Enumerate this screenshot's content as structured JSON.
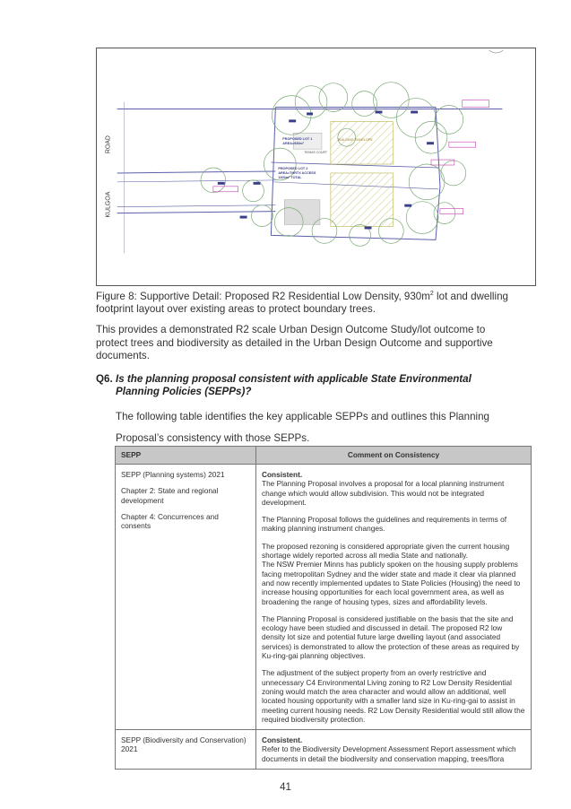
{
  "figure": {
    "road_label_1": "ROAD",
    "road_label_2": "KULGOA",
    "lot1_label_1": "PROPOSED LOT 1",
    "lot1_label_2": "AREA=930m²",
    "lot2_label_1": "PROPOSED LOT 2",
    "lot2_label_2": "AREA=THRTX ACCESS",
    "lot2_label_3": "1300m² TOTAL",
    "tennis_label": "TENNIS COURT",
    "envelope_label": "BUILDING ENVELOPE",
    "caption_prefix": "Figure 8: Supportive Detail: Proposed R2 Residential Low Density, 930m",
    "caption_sup": "2",
    "caption_suffix": " lot and dwelling footprint layout over existing areas to protect boundary trees."
  },
  "body": {
    "paragraph": "This provides a demonstrated R2 scale Urban Design Outcome Study/lot outcome to protect trees and biodiversity as detailed in the Urban Design Outcome and supportive documents.",
    "question_number": "Q6.",
    "question_text": "Is the planning proposal consistent with applicable State Environmental Planning Policies (SEPPs)?",
    "intro": "The following table identifies the key applicable SEPPs and outlines this Planning Proposal’s consistency with those SEPPs."
  },
  "table": {
    "headers": [
      "SEPP",
      "Comment on Consistency"
    ],
    "row1": {
      "sepp_1": "SEPP (Planning systems) 2021",
      "sepp_2": "Chapter 2: State and regional development",
      "sepp_3": "Chapter 4: Concurrences and consents",
      "c1_head": "Consistent.",
      "c1_body": "The Planning Proposal involves a proposal for a local planning instrument change which would allow subdivision. This would not be integrated development.",
      "c2": "The Planning Proposal follows the guidelines and requirements in terms of making planning instrument changes.",
      "c3": "The proposed rezoning is considered appropriate given the current housing shortage widely reported across all media State and nationally.",
      "c4": "The NSW Premier Minns has publicly spoken on the housing supply problems facing metropolitan Sydney and the wider state and made it clear via planned and now recently implemented updates to State Policies (Housing) the need to increase housing opportunities for each local government area, as well as broadening the range of housing types, sizes and affordability levels.",
      "c5": "The Planning Proposal is considered justifiable on the basis that the site and ecology have been studied and discussed in detail. The proposed R2 low density lot size and potential future large dwelling layout (and associated services) is demonstrated to allow the protection of these areas as required by Ku-ring-gai planning objectives.",
      "c6": "The adjustment of the subject property from an overly restrictive and unnecessary C4 Environmental Living zoning to R2 Low Density Residential zoning would match the area character and would allow an additional, well located housing opportunity with a smaller land size in Ku-ring-gai to assist in meeting current housing needs. R2 Low Density Residential would still allow the required biodiversity protection."
    },
    "row2": {
      "sepp": "SEPP (Biodiversity and Conservation) 2021",
      "c_head": "Consistent.",
      "c_body": "Refer to the Biodiversity Development Assessment Report assessment which documents in detail the biodiversity and conservation mapping, trees/flora"
    }
  },
  "page_number": "41"
}
